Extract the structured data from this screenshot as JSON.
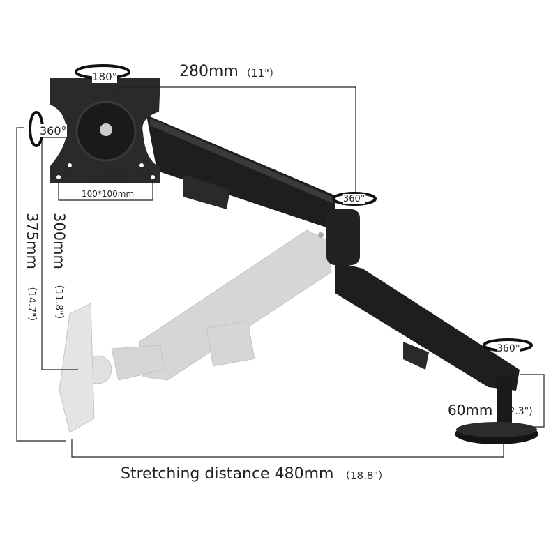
{
  "rotation": {
    "plate_tilt": "180°",
    "plate_rotate": "360°",
    "elbow": "360°",
    "base": "360°"
  },
  "dimensions": {
    "arm_length": "280mm",
    "arm_length_in": "（11\"）",
    "vesa_small": "75*75mm",
    "vesa_large": "100*100mm",
    "height_adjust": "300mm",
    "height_adjust_in": "（11.8\"）",
    "max_height": "375mm",
    "max_height_in": "（14.7\"）",
    "pole_height": "60mm",
    "pole_height_in": "(2.3\")",
    "stretch": "Stretching distance 480mm",
    "stretch_in": "（18.8\"）"
  },
  "colors": {
    "arm": "#1e1e1e",
    "ghost": "#d4d4d4",
    "line": "#222222"
  }
}
